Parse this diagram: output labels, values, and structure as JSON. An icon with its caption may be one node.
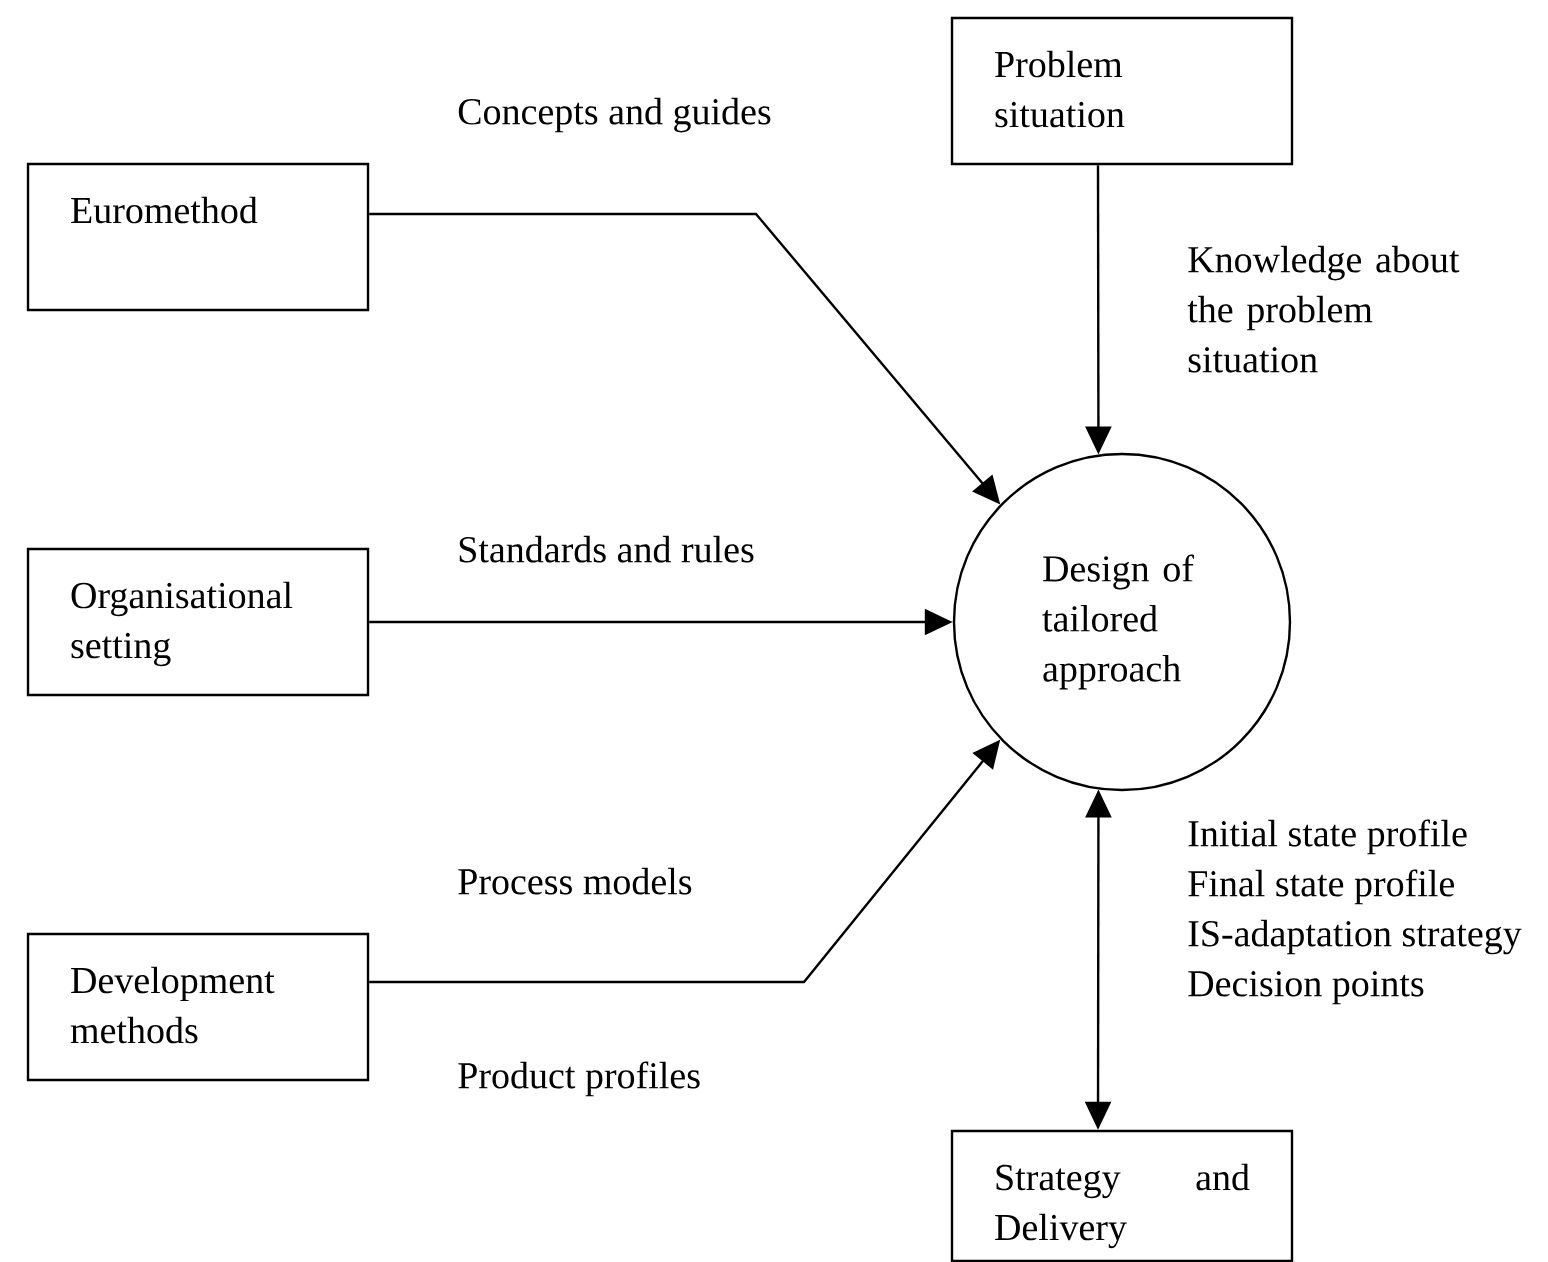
{
  "diagram": {
    "nodes": [
      {
        "text": [
          "Problem situation"
        ]
      },
      {
        "text": [
          "Euromethod"
        ]
      },
      {
        "text": [
          "Design of tailored approach"
        ]
      },
      {
        "text": [
          "Organisational setting"
        ]
      },
      {
        "text": [
          "Development methods"
        ]
      },
      {
        "text": [
          "Strategy and Delivery"
        ]
      }
    ],
    "edges": [
      {
        "from": 1,
        "to": 2,
        "arrow": "to",
        "label": "Concepts and guides"
      },
      {
        "from": 0,
        "to": 2,
        "arrow": "to",
        "label": "Knowledge about the problem situation"
      },
      {
        "from": 3,
        "to": 2,
        "arrow": "to",
        "label": "Standards and rules"
      },
      {
        "from": 4,
        "to": 2,
        "arrow": "to",
        "label": "Process models"
      },
      {
        "from": 2,
        "to": 5,
        "arrow": "both"
      }
    ],
    "labels": [
      "Product profiles",
      "Initial state profile",
      "Final state profile",
      "IS-adaptation strategy",
      "Decision points"
    ]
  }
}
